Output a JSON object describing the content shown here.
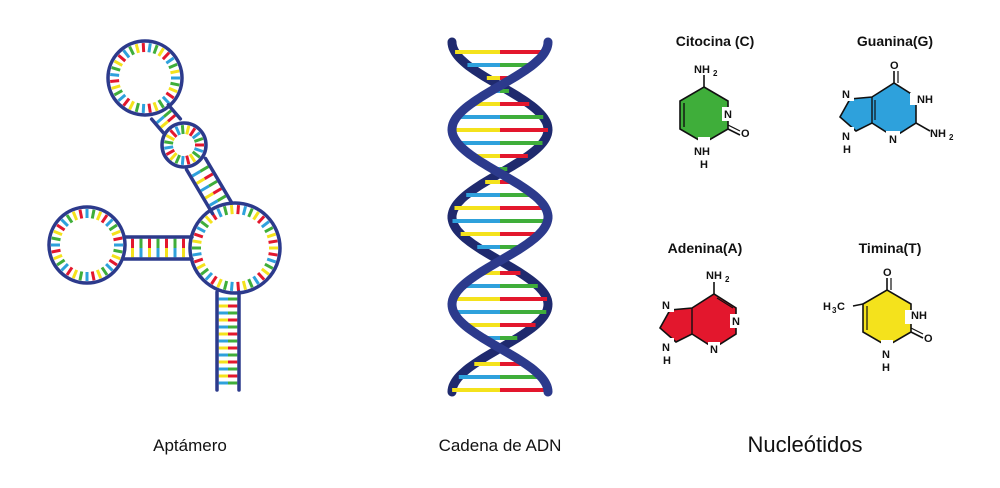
{
  "captions": {
    "aptamer": "Aptámero",
    "dna": "Cadena de ADN",
    "nucleotides": "Nucleótidos"
  },
  "nucleotides": [
    {
      "id": "cytosine",
      "title": "Citocina (C)",
      "color": "#3fae3a"
    },
    {
      "id": "guanine",
      "title": "Guanina(G)",
      "color": "#2ea1dc"
    },
    {
      "id": "adenine",
      "title": "Adenina(A)",
      "color": "#e3172d"
    },
    {
      "id": "thymine",
      "title": "Timina(T)",
      "color": "#f4e21c"
    }
  ],
  "base_colors": [
    "#e3172d",
    "#f4e21c",
    "#3fae3a",
    "#2ea1dc"
  ],
  "backbone_color": "#2c3a8c",
  "atoms": {
    "nh2": "NH",
    "sub2": "2",
    "n": "N",
    "nh": "NH",
    "h": "H",
    "o": "O",
    "h3c": "H",
    "sub3": "3",
    "c": "C"
  }
}
